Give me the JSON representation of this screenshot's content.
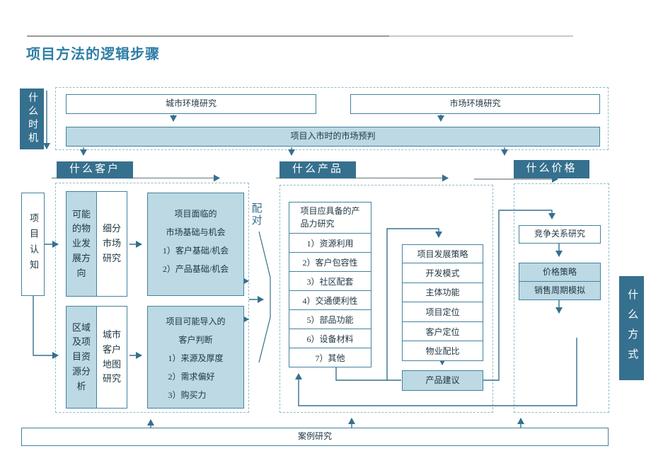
{
  "title": "项目方法的逻辑步骤",
  "side_labels": {
    "timing": "什么时机",
    "method": "什么方式"
  },
  "section_labels": {
    "customer": "什么客户",
    "product": "什么产品",
    "price": "什么价格"
  },
  "top": {
    "city_research": "城市环境研究",
    "market_research": "市场环境研究",
    "market_forecast": "项目入市时的市场预判"
  },
  "left": {
    "project_cognition": "项目认知",
    "property_direction": "可能\n的物\n业发\n展方\n向",
    "segment_research": "细分\n市场\n研究",
    "market_opportunity_title": "项目面临的\n市场基础与机会",
    "market_opportunity_items": "1）客户基础/机会\n2）产品基础/机会",
    "region_resource": "区域\n及项\n目资\n源分\n析",
    "customer_map": "城市\n客户\n地图\n研究",
    "customer_judgement_title": "项目可能导入的\n客户判断",
    "customer_judgement_items": "1）来源及厚度\n2）需求偏好\n3）购买力",
    "pairing": "配\n对"
  },
  "product_table": {
    "header": "项目应具备的产\n品力研究",
    "rows": [
      "1）资源利用",
      "2）客户包容性",
      "3）社区配套",
      "4）交通便利性",
      "5）部品功能",
      "6）设备材料",
      "7）其他"
    ]
  },
  "strategy_table": {
    "header": "项目发展策略",
    "rows": [
      "开发模式",
      "主体功能",
      "项目定位",
      "客户定位",
      "物业配比"
    ],
    "suggestion": "产品建议"
  },
  "price_column": {
    "competition": "竞争关系研究",
    "price_strategy": "价格策略",
    "sales_cycle": "销售周期模拟"
  },
  "bottom": {
    "case_study": "案例研究"
  },
  "colors": {
    "dark_teal": "#35708e",
    "light_blue": "#bcd9e4",
    "border_teal": "#44829e",
    "dashed_teal": "#8fbccb",
    "title_teal": "#2f7ea6"
  }
}
